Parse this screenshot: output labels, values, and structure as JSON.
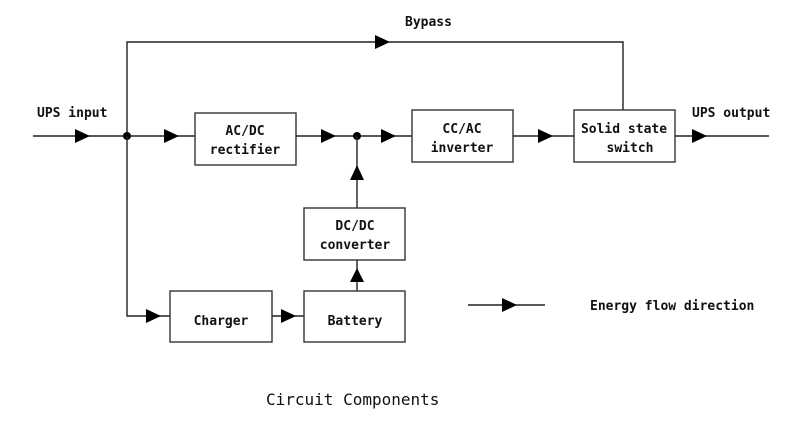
{
  "diagram": {
    "labels": {
      "bypass": "Bypass",
      "ups_input": "UPS input",
      "ups_output": "UPS output"
    },
    "blocks": {
      "acdc": [
        "AC/DC",
        "rectifier"
      ],
      "ccac": [
        "CC/AC",
        "inverter"
      ],
      "switch": [
        "Solid state",
        "switch"
      ],
      "dcdc": [
        "DC/DC",
        "converter"
      ],
      "charger": [
        "Charger"
      ],
      "battery": [
        "Battery"
      ]
    },
    "legend": {
      "text": "Energy flow direction"
    },
    "caption": "Circuit Components"
  }
}
